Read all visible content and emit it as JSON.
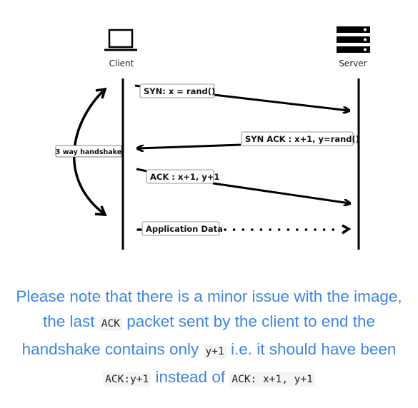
{
  "diagram": {
    "client_label": "Client",
    "server_label": "Server",
    "handshake_label": "3 way handshake",
    "messages": {
      "syn": "SYN:  x = rand()",
      "syn_ack": "SYN ACK : x+1, y=rand()",
      "ack": "ACK : x+1, y+1",
      "app_data": "Application Data"
    },
    "icons": {
      "client": "laptop-icon",
      "server": "server-rack-icon"
    }
  },
  "note": {
    "part1": "Please note that there is a minor issue with the image, the last",
    "code1": "ACK",
    "part2": "packet sent by the client to end the handshake contains only",
    "code2": "y+1",
    "part3": "i.e. it should have been",
    "code3": "ACK:y+1",
    "part4": "instead of",
    "code4": "ACK: x+1, y+1"
  }
}
